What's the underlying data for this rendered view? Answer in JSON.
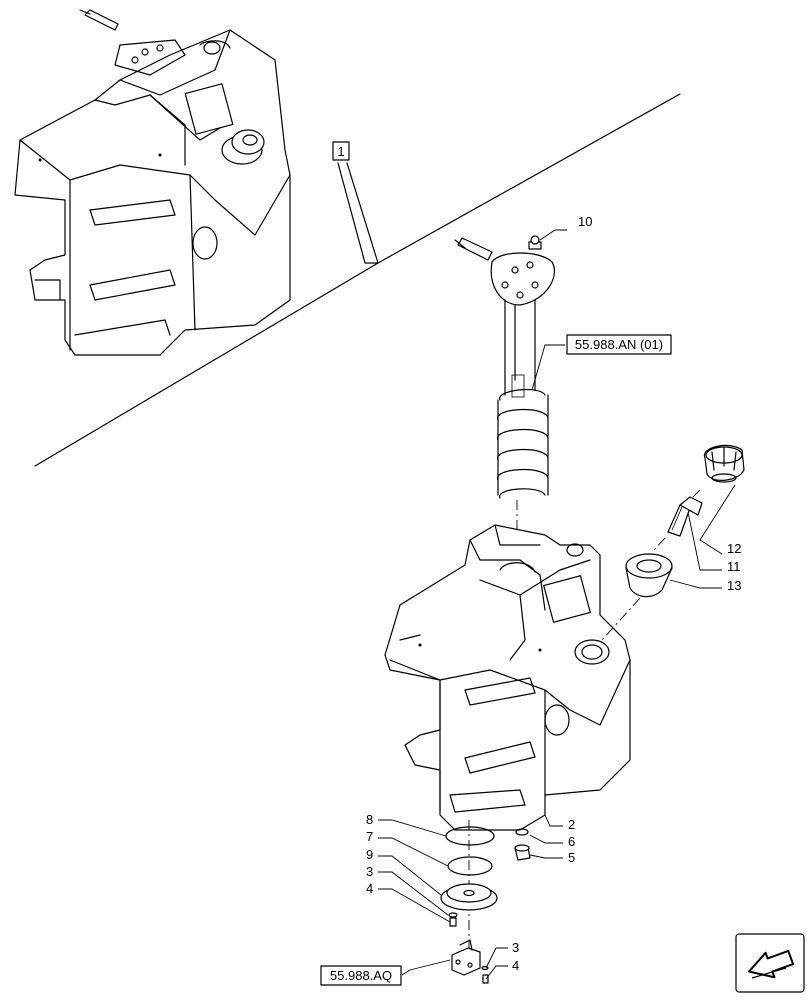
{
  "callouts": {
    "c1": "1",
    "c2": "2",
    "c3a": "3",
    "c3b": "3",
    "c4a": "4",
    "c4b": "4",
    "c5": "5",
    "c6": "6",
    "c7": "7",
    "c8": "8",
    "c9": "9",
    "c10": "10",
    "c11": "11",
    "c12": "12",
    "c13": "13"
  },
  "references": {
    "sender_ref": "55.988.AN (01)",
    "pump_ref": "55.988.AQ"
  },
  "icons": {
    "nav": "next-page-arrow-icon"
  }
}
